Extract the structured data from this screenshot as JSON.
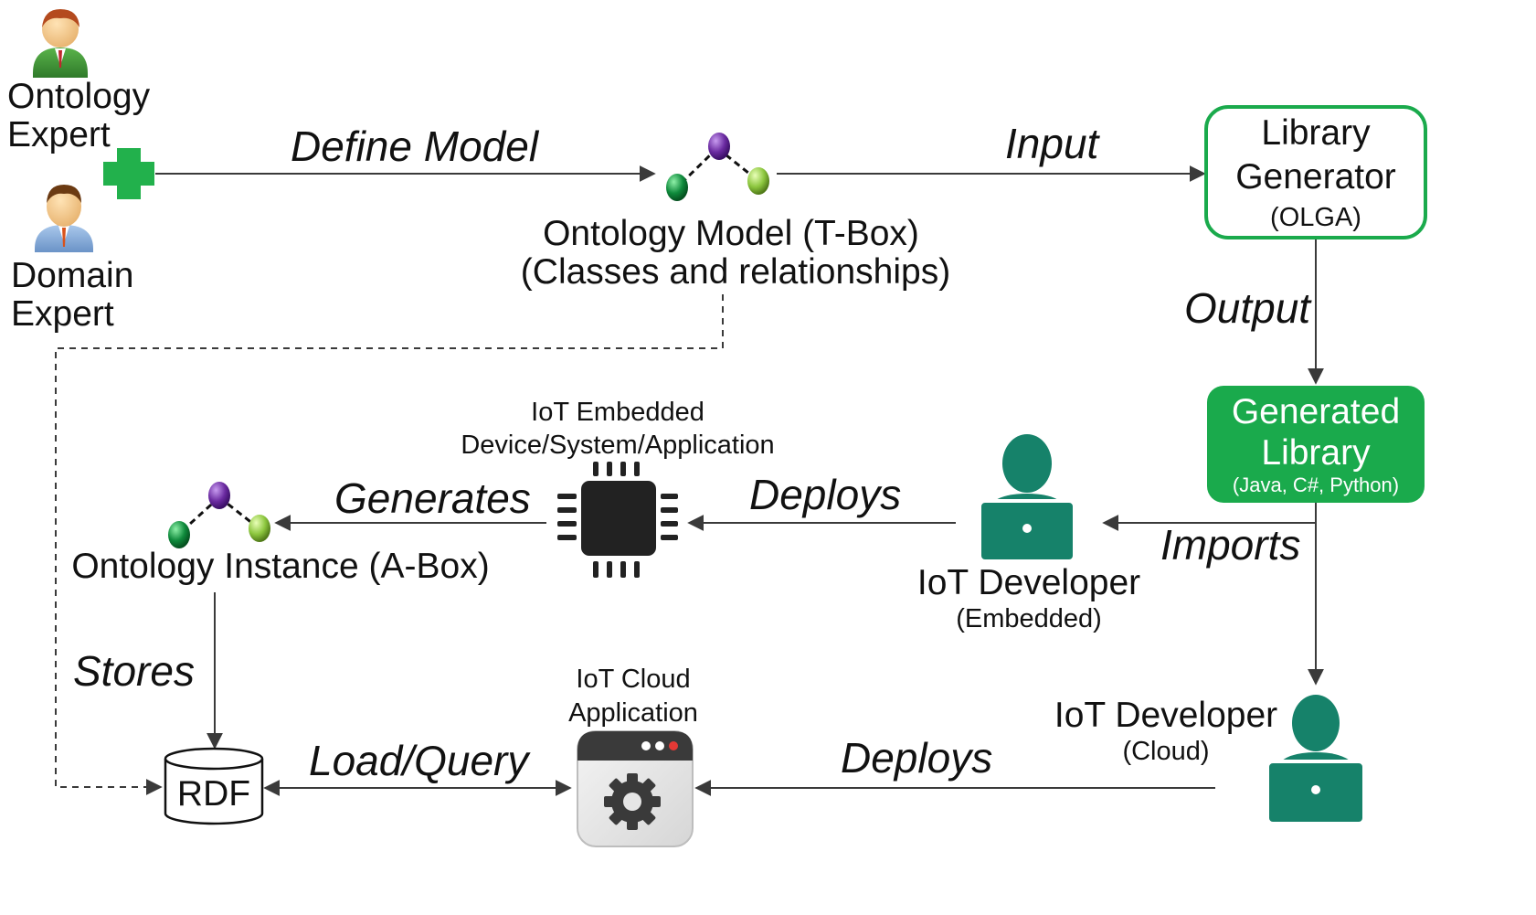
{
  "actors": {
    "ontology_expert": {
      "line1": "Ontology",
      "line2": "Expert"
    },
    "domain_expert": {
      "line1": "Domain",
      "line2": "Expert"
    },
    "iot_dev_embedded": {
      "line1": "IoT Developer",
      "line2": "(Embedded)"
    },
    "iot_dev_cloud": {
      "line1": "IoT Developer",
      "line2": "(Cloud)"
    }
  },
  "nodes": {
    "ontology_model": {
      "line1": "Ontology Model (T-Box)",
      "line2": "(Classes and relationships)"
    },
    "library_generator": {
      "line1": "Library",
      "line2": "Generator",
      "line3": "(OLGA)"
    },
    "generated_library": {
      "line1": "Generated",
      "line2": "Library",
      "line3": "(Java, C#, Python)"
    },
    "iot_embedded": {
      "line1": "IoT Embedded",
      "line2": "Device/System/Application"
    },
    "ontology_instance": {
      "label": "Ontology Instance (A-Box)"
    },
    "rdf": {
      "label": "RDF"
    },
    "iot_cloud": {
      "line1": "IoT Cloud",
      "line2": "Application"
    }
  },
  "edges": {
    "define_model": "Define Model",
    "input": "Input",
    "output": "Output",
    "imports": "Imports",
    "deploys_embedded": "Deploys",
    "generates": "Generates",
    "stores": "Stores",
    "load_query": "Load/Query",
    "deploys_cloud": "Deploys"
  },
  "colors": {
    "green": "#1aaa4c",
    "teal": "#16826a",
    "chip": "#222222",
    "line": "#3a3a3a",
    "node_purple": "#6a2aa0",
    "node_green": "#0f8a3c",
    "node_lime": "#8cc63e"
  },
  "icons": {
    "person_icon": "person",
    "plus_icon": "plus",
    "ontology_graph_icon": "three-node-graph",
    "chip_icon": "microchip",
    "laptop_user_icon": "developer-with-laptop",
    "database_icon": "cylinder",
    "cloud_app_icon": "window-with-gear"
  }
}
